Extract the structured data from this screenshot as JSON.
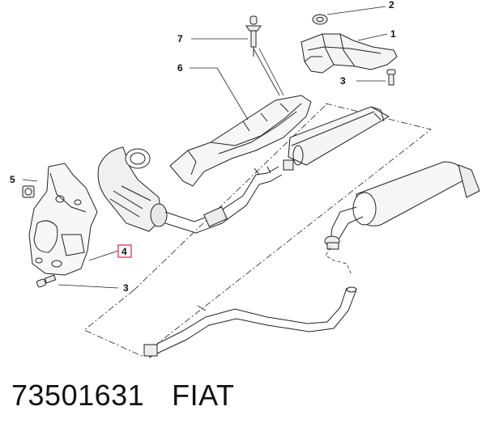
{
  "diagram": {
    "callouts": [
      {
        "id": "c1",
        "label": "1"
      },
      {
        "id": "c2",
        "label": "2"
      },
      {
        "id": "c3a",
        "label": "3"
      },
      {
        "id": "c3b",
        "label": "3"
      },
      {
        "id": "c4",
        "label": "4"
      },
      {
        "id": "c5",
        "label": "5"
      },
      {
        "id": "c6",
        "label": "6"
      },
      {
        "id": "c7",
        "label": "7"
      }
    ],
    "highlight_color": "#e0204a"
  },
  "footer": {
    "part_number": "73501631",
    "brand": "FIAT"
  }
}
